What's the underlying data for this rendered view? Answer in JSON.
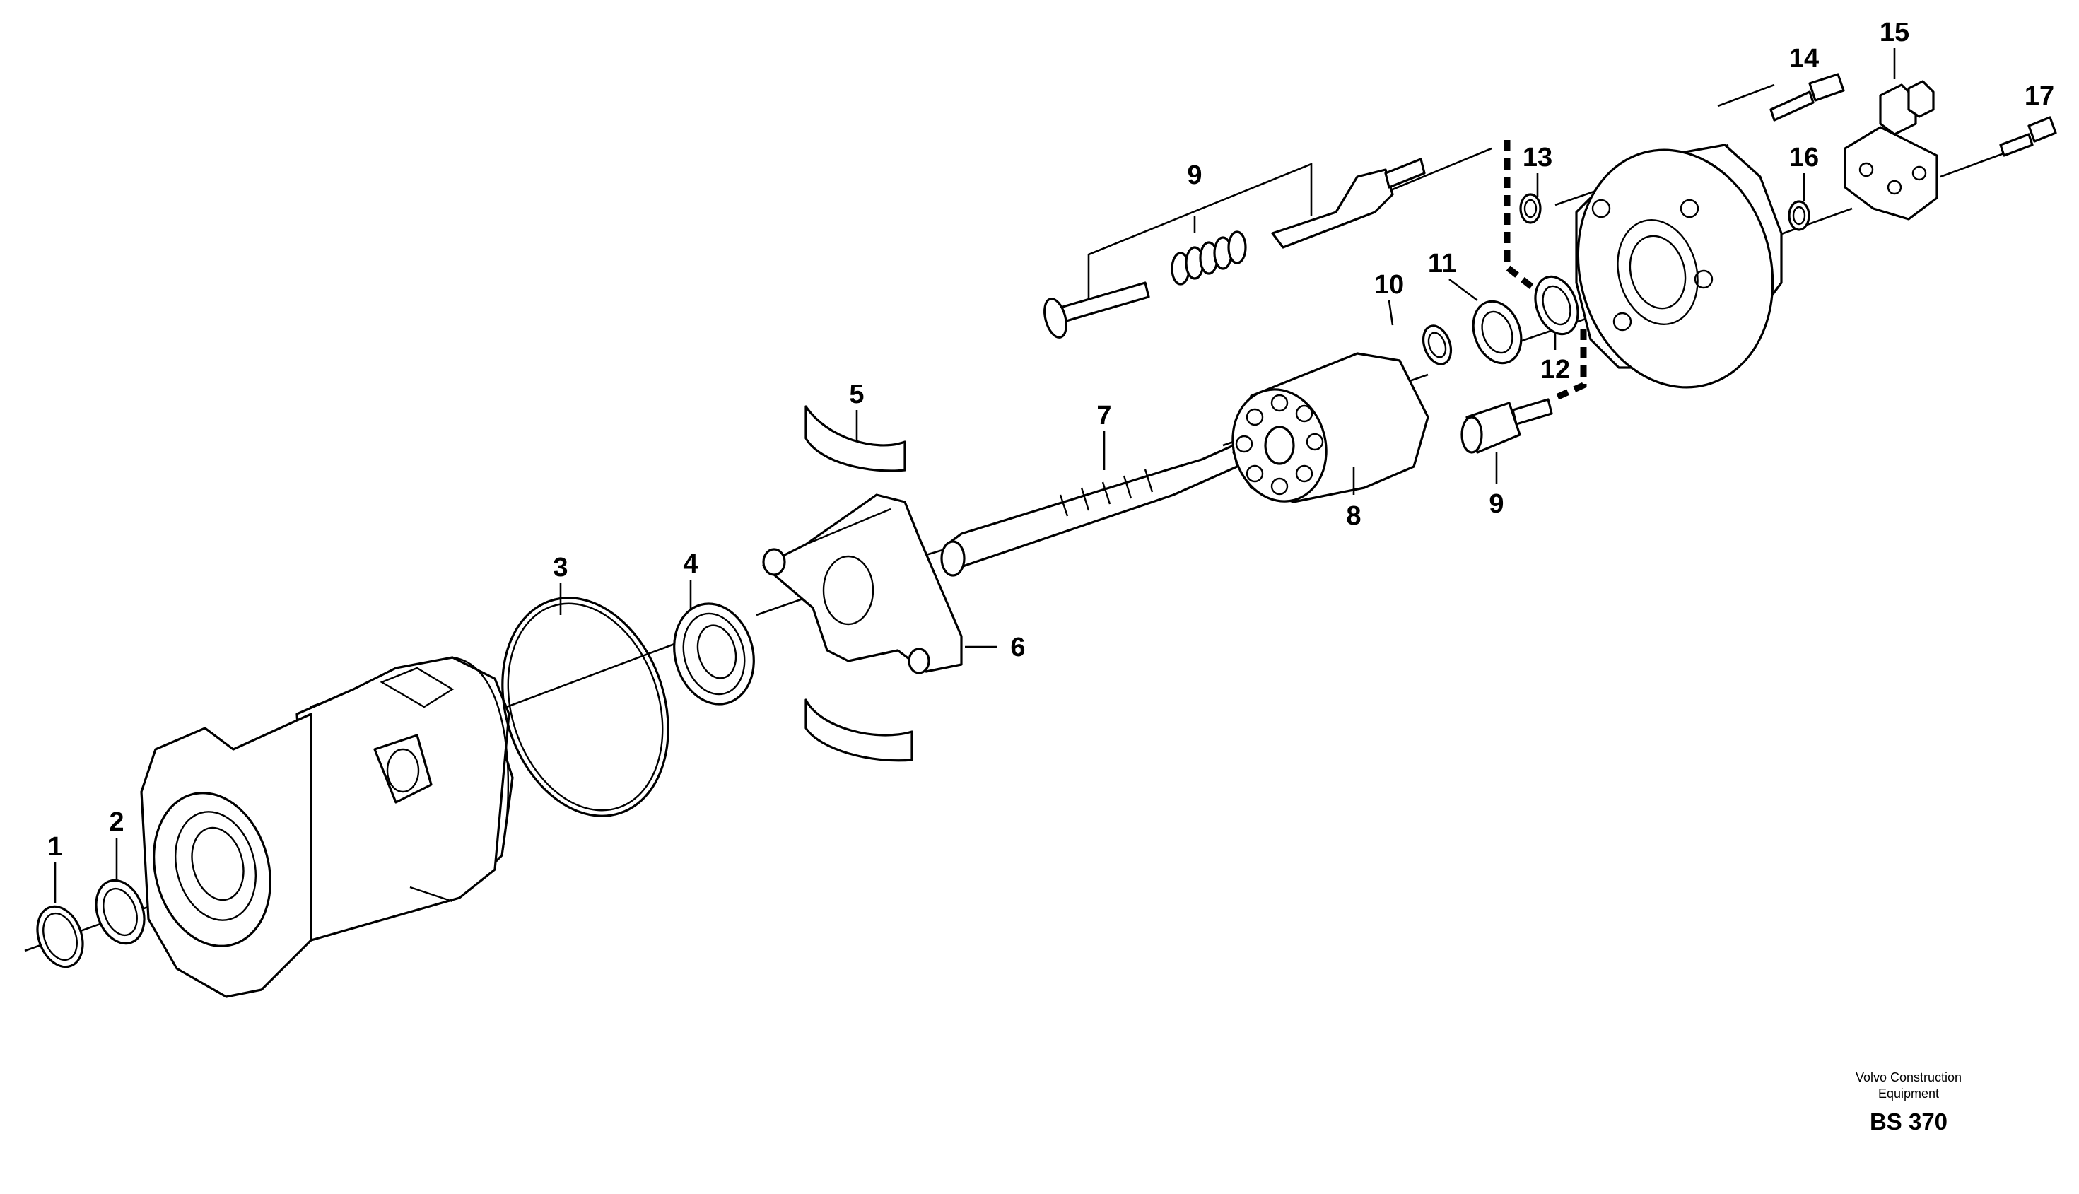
{
  "callouts": [
    {
      "id": "1",
      "label": "1"
    },
    {
      "id": "2",
      "label": "2"
    },
    {
      "id": "3",
      "label": "3"
    },
    {
      "id": "4",
      "label": "4"
    },
    {
      "id": "5",
      "label": "5"
    },
    {
      "id": "6",
      "label": "6"
    },
    {
      "id": "7",
      "label": "7"
    },
    {
      "id": "8",
      "label": "8"
    },
    {
      "id": "9a",
      "label": "9"
    },
    {
      "id": "9b",
      "label": "9"
    },
    {
      "id": "10",
      "label": "10"
    },
    {
      "id": "11",
      "label": "11"
    },
    {
      "id": "12",
      "label": "12"
    },
    {
      "id": "13",
      "label": "13"
    },
    {
      "id": "14",
      "label": "14"
    },
    {
      "id": "15",
      "label": "15"
    },
    {
      "id": "16",
      "label": "16"
    },
    {
      "id": "17",
      "label": "17"
    }
  ],
  "footer": {
    "company_line1": "Volvo Construction",
    "company_line2": "Equipment",
    "code": "BS 370"
  }
}
